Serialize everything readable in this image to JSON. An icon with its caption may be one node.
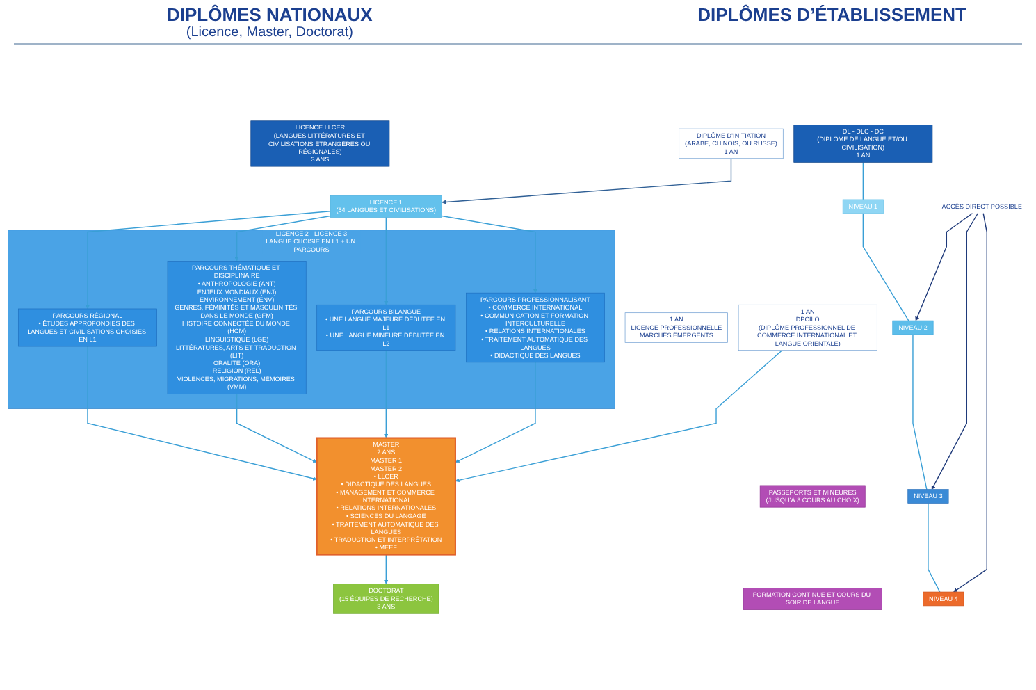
{
  "diagram": {
    "nodes": [
      {
        "text": [
          "LICENCE LLCER",
          "(LANGUES LITTÉRATURES ET CIVILISATIONS ÉTRANGÈRES OU RÉGIONALES)",
          "3 ANS"
        ]
      },
      {
        "text": [
          "LICENCE 1",
          "(54 LANGUES ET CIVILISATIONS)"
        ]
      },
      {
        "text": [
          "LICENCE 2 - LICENCE 3",
          "LANGUE CHOISIE EN L1 + UN PARCOURS"
        ]
      },
      {
        "text": [
          "PARCOURS RÉGIONAL",
          "• ÉTUDES APPROFONDIES DES LANGUES ET CIVILISATIONS CHOISIES EN L1"
        ],
        "in": 2
      },
      {
        "text": [
          "PARCOURS THÉMATIQUE ET DISCIPLINAIRE",
          "• ANTHROPOLOGIE (ANT)",
          "ENJEUX MONDIAUX (ENJ)",
          "ENVIRONNEMENT (ENV)",
          "GENRES, FÉMINITÉS ET MASCULINITÉS DANS LE MONDE (GFM)",
          "HISTOIRE CONNECTÉE DU MONDE (HCM)",
          "LINGUISTIQUE (LGE)",
          "LITTÉRATURES, ARTS ET TRADUCTION (LIT)",
          "ORALITÉ (ORA)",
          "RELIGION (REL)",
          "VIOLENCES, MIGRATIONS, MÉMOIRES (VMM)"
        ],
        "in": 2
      },
      {
        "text": [
          "PARCOURS BILANGUE",
          "• UNE LANGUE MAJEURE DÉBUTÉE EN L1",
          "• UNE LANGUE MINEURE DÉBUTÉE EN L2"
        ],
        "in": 2
      },
      {
        "text": [
          "PARCOURS PROFESSIONNALISANT",
          "• COMMERCE INTERNATIONAL",
          "• COMMUNICATION ET FORMATION INTERCULTURELLE",
          "• RELATIONS INTERNATIONALES",
          "• TRAITEMENT AUTOMATIQUE DES LANGUES",
          "• DIDACTIQUE DES LANGUES"
        ],
        "in": 2
      },
      {
        "text": [
          "DIPLÔME D’INITIATION",
          "(ARABE, CHINOIS, OU RUSSE)",
          "1 AN"
        ]
      },
      {
        "text": [
          "1 AN",
          "LICENCE PROFESSIONNELLE",
          "MARCHÉS ÉMERGENTS"
        ]
      },
      {
        "text": [
          "1 AN",
          "DPCILO",
          "(DIPLÔME PROFESSIONNEL DE COMMERCE INTERNATIONAL ET LANGUE ORIENTALE)"
        ]
      },
      {
        "text": [
          "MASTER",
          "2 ANS",
          "MASTER 1",
          "MASTER 2",
          "• LLCER",
          "• DIDACTIQUE DES LANGUES",
          "• MANAGEMENT ET COMMERCE INTERNATIONAL",
          "• RELATIONS INTERNATIONALES",
          "• SCIENCES DU LANGAGE",
          "• TRAITEMENT AUTOMATIQUE DES LANGUES",
          "• TRADUCTION ET INTERPRÉTATION",
          "• MEEF"
        ]
      },
      {
        "text": [
          "DOCTORAT",
          "(15 ÉQUIPES DE RECHERCHE)",
          "3 ANS"
        ]
      },
      {
        "text": [
          "PASSEPORTS ET MINEURES",
          "(JUSQU’À 8 COURS AU CHOIX)"
        ]
      },
      {
        "text": [
          "FORMATION CONTINUE ET COURS DU SOIR DE LANGUE"
        ]
      },
      {
        "text": [
          "DL - DLC - DC",
          "(DIPLÔME DE LANGUE ET/OU CIVILISATION)",
          "1 AN"
        ]
      },
      {
        "text": [
          "NIVEAU 1"
        ]
      },
      {
        "text": [
          "NIVEAU 2"
        ]
      },
      {
        "text": [
          "NIVEAU 3"
        ]
      },
      {
        "text": [
          "NIVEAU 4"
        ]
      },
      {
        "text": [
          "ACCÈS DIRECT POSSIBLE"
        ]
      }
    ],
    "edges": [
      {
        "from": 7,
        "to": 1,
        "arrow": "to",
        "color": "#2f5f95"
      },
      {
        "from": 1,
        "to": 3,
        "arrow": "to"
      },
      {
        "from": 1,
        "to": 4,
        "arrow": "to"
      },
      {
        "from": 1,
        "to": 5,
        "arrow": "to"
      },
      {
        "from": 1,
        "to": 6,
        "arrow": "to"
      },
      {
        "from": 3,
        "to": 10,
        "arrow": "to"
      },
      {
        "from": 4,
        "to": 10,
        "arrow": "to"
      },
      {
        "from": 5,
        "to": 10,
        "arrow": "to"
      },
      {
        "from": 6,
        "to": 10,
        "arrow": "to"
      },
      {
        "from": 9,
        "to": 10,
        "arrow": "to"
      },
      {
        "from": 10,
        "to": 11,
        "arrow": "to"
      },
      {
        "from": 14,
        "to": 15,
        "arrow": "none"
      },
      {
        "from": 15,
        "to": 16,
        "arrow": "none"
      },
      {
        "from": 16,
        "to": 17,
        "arrow": "none"
      },
      {
        "from": 17,
        "to": 18,
        "arrow": "none"
      },
      {
        "from": 19,
        "to": 16,
        "arrow": "to",
        "color": "#1f3a7a"
      },
      {
        "from": 19,
        "to": 17,
        "arrow": "to",
        "color": "#1f3a7a"
      },
      {
        "from": 19,
        "to": 18,
        "arrow": "to",
        "color": "#1f3a7a"
      }
    ],
    "labels": [
      "DIPLÔMES NATIONAUX",
      "(Licence, Master, Doctorat)",
      "DIPLÔMES D’ÉTABLISSEMENT"
    ]
  }
}
